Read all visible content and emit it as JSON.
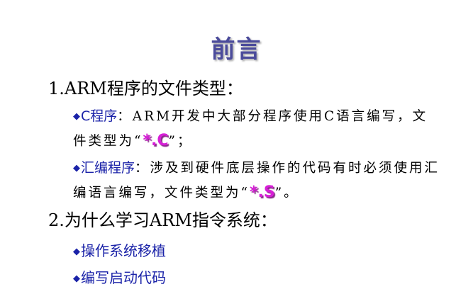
{
  "title": "前言",
  "section1": {
    "heading": "1.ARM程序的文件类型：",
    "items": [
      {
        "bullet": "◆",
        "lead": "C程序",
        "text_before": "：ARM开发中大部分程序使用C语言编写，文件类型为“",
        "ext": "*.C",
        "text_after": "”；"
      },
      {
        "bullet": "◆",
        "lead": "汇编程序",
        "text_before": "：涉及到硬件底层操作的代码有时必须使用汇编语言编写，文件类型为“",
        "ext": "*.S",
        "text_after": "”。"
      }
    ]
  },
  "section2": {
    "heading": "2.为什么学习ARM指令系统：",
    "items": [
      {
        "bullet": "◆",
        "text": "操作系统移植"
      },
      {
        "bullet": "◆",
        "text": "编写启动代码"
      }
    ]
  }
}
